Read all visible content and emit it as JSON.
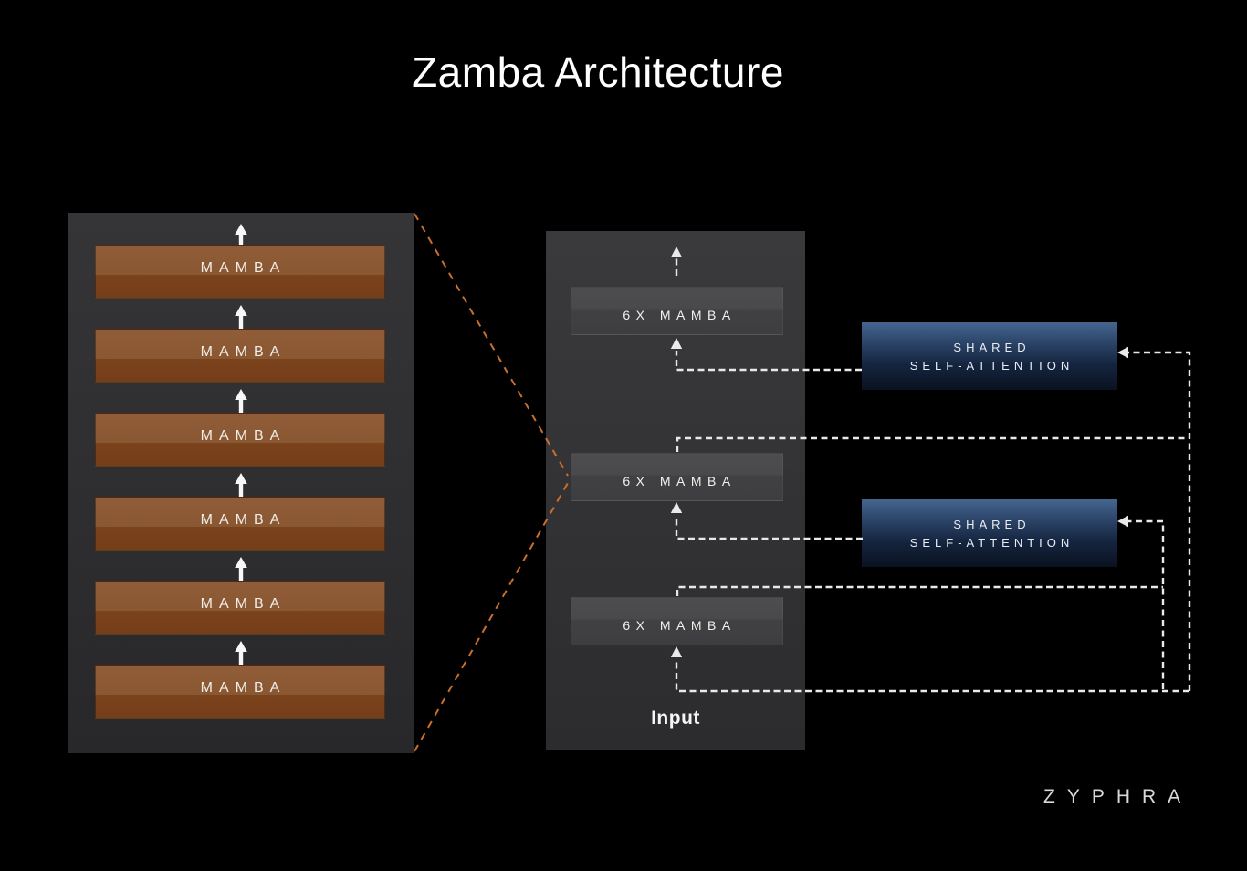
{
  "title": "Zamba Architecture",
  "brand_logo": "ZYPHRA",
  "left_panel": {
    "blocks": [
      "MAMBA",
      "MAMBA",
      "MAMBA",
      "MAMBA",
      "MAMBA",
      "MAMBA"
    ]
  },
  "middle_panel": {
    "blocks": [
      "6X MAMBA",
      "6X MAMBA",
      "6X MAMBA"
    ],
    "input_label": "Input"
  },
  "attention": {
    "boxes": [
      {
        "line1": "SHARED",
        "line2": "SELF-ATTENTION"
      },
      {
        "line1": "SHARED",
        "line2": "SELF-ATTENTION"
      }
    ]
  },
  "connections": [
    "input feeds bottom 6x-mamba and both shared self-attention blocks",
    "bottom 6x-mamba output feeds lower shared self-attention",
    "lower shared self-attention output feeds middle 6x-mamba",
    "middle 6x-mamba output feeds upper shared self-attention",
    "upper shared self-attention output feeds top 6x-mamba",
    "orange dashed lines expand a 6x-mamba group into the left mamba stack"
  ],
  "colors": {
    "background": "#000000",
    "panel": "#313133",
    "mamba_block_top": "#8e5b37",
    "mamba_block_bottom": "#7a421b",
    "six_mamba_top": "#4b4b4e",
    "six_mamba_bottom": "#414144",
    "attention_top": "#45658f",
    "attention_bottom": "#0a121f",
    "connector": "#e9e9e9",
    "expand_lines": "#c96f2e"
  }
}
